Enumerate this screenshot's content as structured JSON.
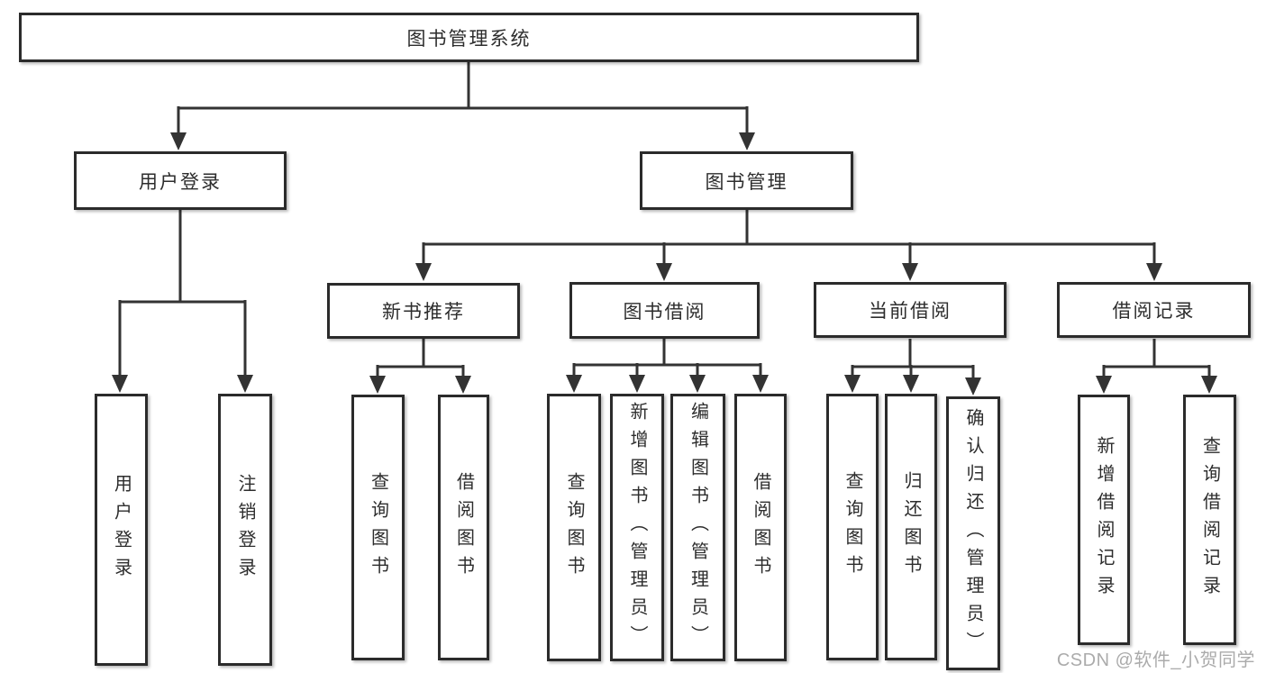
{
  "tree": {
    "root": "图书管理系统",
    "branches": [
      {
        "label": "用户登录",
        "children": [
          "用户登录",
          "注销登录"
        ]
      },
      {
        "label": "图书管理",
        "groups": [
          {
            "label": "新书推荐",
            "children": [
              "查询图书",
              "借阅图书"
            ]
          },
          {
            "label": "图书借阅",
            "children": [
              "查询图书",
              "新增图书（管理员）",
              "编辑图书（管理员）",
              "借阅图书"
            ]
          },
          {
            "label": "当前借阅",
            "children": [
              "查询图书",
              "归还图书",
              "确认归还（管理员）"
            ]
          },
          {
            "label": "借阅记录",
            "children": [
              "新增借阅记录",
              "查询借阅记录"
            ]
          }
        ]
      }
    ]
  },
  "watermark": "CSDN @软件_小贺同学",
  "colors": {
    "line": "#333333",
    "box_border": "#2b2b2b",
    "text": "#2d2d2d",
    "watermark": "#ababab",
    "background": "#ffffff"
  }
}
